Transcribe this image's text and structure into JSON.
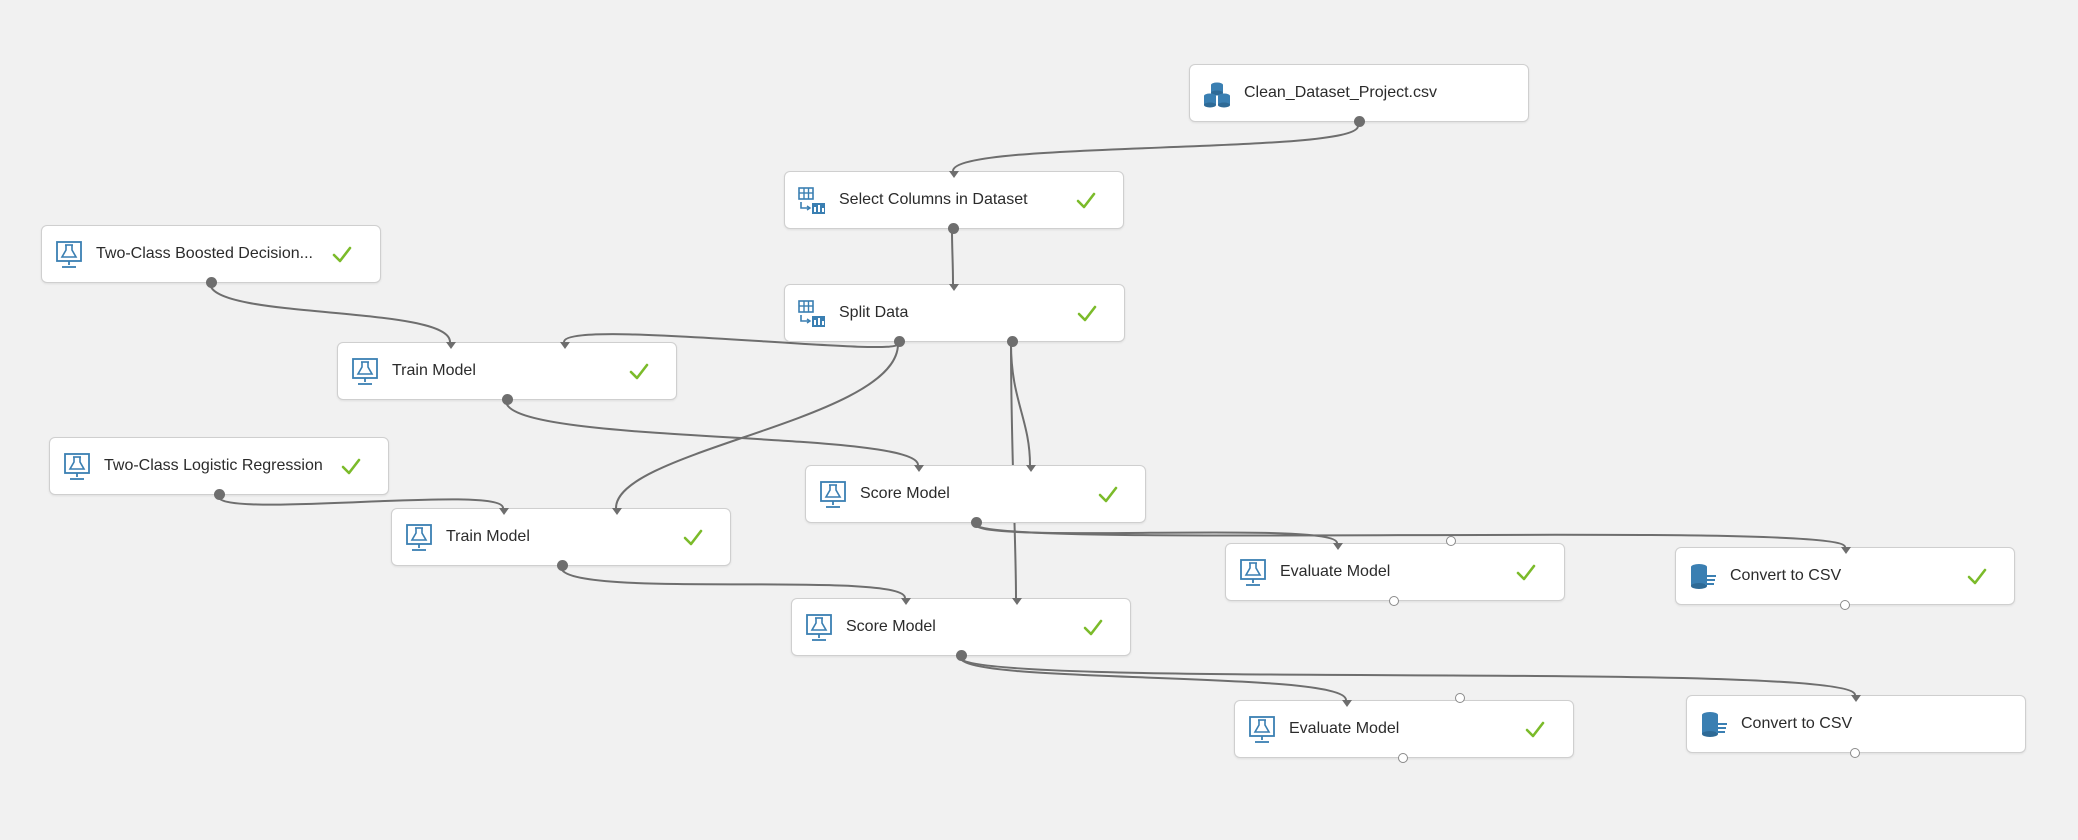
{
  "colors": {
    "canvas_bg": "#f1f1f1",
    "icon_blue": "#3a7fb2",
    "check_green": "#7bbb2a",
    "wire": "#6e6e6e"
  },
  "modules": {
    "clean_dataset": {
      "label": "Clean_Dataset_Project.csv",
      "icon": "dataset-icon",
      "status": "none"
    },
    "select_columns": {
      "label": "Select Columns in Dataset",
      "icon": "data-transform-icon",
      "status": "complete"
    },
    "split_data": {
      "label": "Split Data",
      "icon": "data-transform-icon",
      "status": "complete"
    },
    "boosted_tree": {
      "label": "Two-Class Boosted Decision...",
      "icon": "ml-algorithm-icon",
      "status": "complete"
    },
    "train_model_1": {
      "label": "Train Model",
      "icon": "ml-algorithm-icon",
      "status": "complete"
    },
    "logistic_regression": {
      "label": "Two-Class Logistic Regression",
      "icon": "ml-algorithm-icon",
      "status": "complete"
    },
    "train_model_2": {
      "label": "Train Model",
      "icon": "ml-algorithm-icon",
      "status": "complete"
    },
    "score_model_1": {
      "label": "Score Model",
      "icon": "ml-algorithm-icon",
      "status": "complete"
    },
    "score_model_2": {
      "label": "Score Model",
      "icon": "ml-algorithm-icon",
      "status": "complete"
    },
    "evaluate_model_1": {
      "label": "Evaluate Model",
      "icon": "ml-algorithm-icon",
      "status": "complete"
    },
    "evaluate_model_2": {
      "label": "Evaluate Model",
      "icon": "ml-algorithm-icon",
      "status": "complete"
    },
    "convert_csv_1": {
      "label": "Convert to CSV",
      "icon": "convert-csv-icon",
      "status": "complete"
    },
    "convert_csv_2": {
      "label": "Convert to CSV",
      "icon": "convert-csv-icon",
      "status": "none"
    }
  },
  "connections": [
    {
      "from": "clean_dataset",
      "to": "select_columns"
    },
    {
      "from": "select_columns",
      "to": "split_data"
    },
    {
      "from": "boosted_tree",
      "to": "train_model_1"
    },
    {
      "from": "split_data",
      "to": "train_model_1"
    },
    {
      "from": "split_data",
      "to": "train_model_2"
    },
    {
      "from": "split_data",
      "to": "score_model_1"
    },
    {
      "from": "split_data",
      "to": "score_model_2"
    },
    {
      "from": "logistic_regression",
      "to": "train_model_2"
    },
    {
      "from": "train_model_1",
      "to": "score_model_1"
    },
    {
      "from": "train_model_2",
      "to": "score_model_2"
    },
    {
      "from": "score_model_1",
      "to": "evaluate_model_1"
    },
    {
      "from": "score_model_1",
      "to": "convert_csv_1"
    },
    {
      "from": "score_model_2",
      "to": "evaluate_model_2"
    },
    {
      "from": "score_model_2",
      "to": "convert_csv_2"
    }
  ]
}
